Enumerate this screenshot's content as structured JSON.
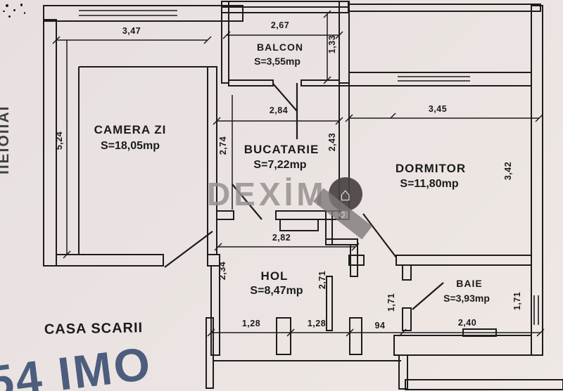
{
  "rooms": {
    "camera_zi": {
      "name": "CAMERA ZI",
      "area": "S=18,05mp"
    },
    "balcon": {
      "name": "BALCON",
      "area": "S=3,55mp"
    },
    "bucatarie": {
      "name": "BUCATARIE",
      "area": "S=7,22mp"
    },
    "dormitor": {
      "name": "DORMITOR",
      "area": "S=11,80mp"
    },
    "hol": {
      "name": "HOL",
      "area": "S=8,47mp"
    },
    "baie": {
      "name": "BAIE",
      "area": "S=3,93mp"
    },
    "casa_scarii": {
      "name": "CASA SCARII"
    }
  },
  "dimensions": {
    "camera_zi_width": "3,47",
    "camera_zi_height": "5,24",
    "balcon_width": "2,67",
    "balcon_depth": "1,33",
    "bucatarie_width": "2,84",
    "bucatarie_left_height": "2,74",
    "bucatarie_right_height": "2,43",
    "dormitor_width": "3,45",
    "dormitor_height": "3,42",
    "hol_width": "2,82",
    "hol_left_height": "2,34",
    "hol_right_height": "2,71",
    "baie_left_height": "1,71",
    "baie_right_height": "1,71",
    "bottom_seg1": "1,28",
    "bottom_seg2": "1,28",
    "bottom_seg3": "94",
    "bottom_seg4": "2,40"
  },
  "watermark": {
    "text": "DEXİM",
    "house_icon": "⌂"
  },
  "footer": {
    "partial_blue_text": "54 IMO"
  },
  "edge_artifact_text": "IIEIOIIAI",
  "colors": {
    "paper": "#e8e2e0",
    "ink": "#1c1c1c",
    "watermark_gray": "#969090",
    "watermark_dark": "#484342",
    "blue_text": "#3d4f73"
  }
}
